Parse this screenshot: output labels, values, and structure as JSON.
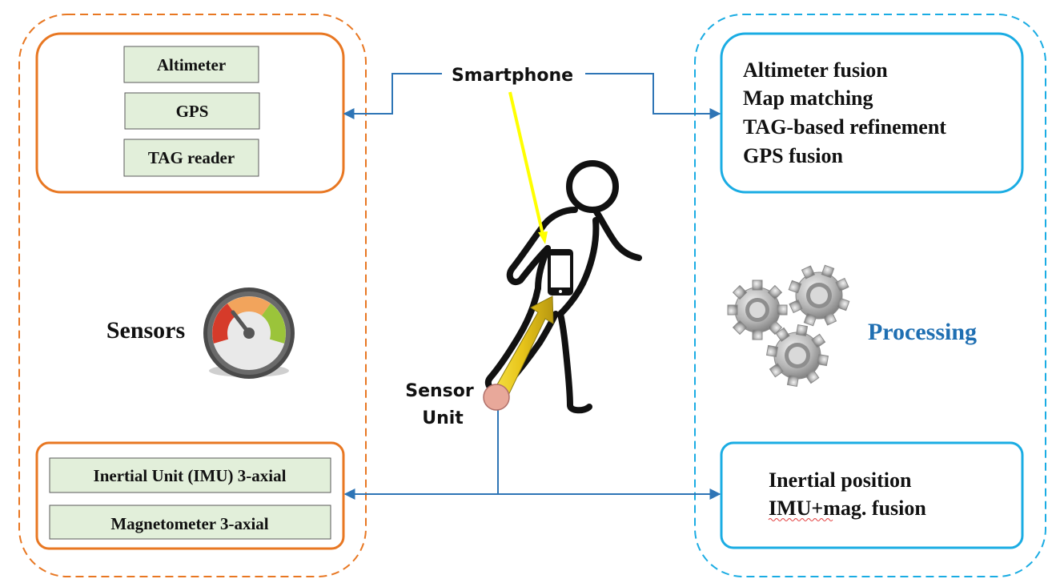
{
  "sensors": {
    "title": "Sensors",
    "top_items": [
      "Altimeter",
      "GPS",
      "TAG reader"
    ],
    "bottom_items": [
      "Inertial Unit (IMU) 3-axial",
      "Magnetometer 3-axial"
    ],
    "icon": "gauge-icon"
  },
  "center": {
    "smartphone_label": "Smartphone",
    "sensor_unit_label_1": "Sensor",
    "sensor_unit_label_2": "Unit",
    "person_icon": "walking-person-icon",
    "phone_icon": "smartphone-icon"
  },
  "processing": {
    "title": "Processing",
    "top_items": [
      "Altimeter fusion",
      "Map matching",
      "TAG-based refinement",
      "GPS fusion"
    ],
    "bottom_items": [
      "Inertial position",
      "IMU+mag. fusion"
    ],
    "icon": "gears-icon"
  },
  "colors": {
    "sensors_accent": "#E87722",
    "processing_accent": "#1AACE3",
    "connector": "#2E75B6",
    "item_fill": "#E2EFDA",
    "processing_title": "#1F6FB2",
    "smartphone_arrow": "#FFFF00",
    "sensor_unit_arrow": "#E8D21A",
    "sensor_unit_dot": "#E8A89A"
  }
}
